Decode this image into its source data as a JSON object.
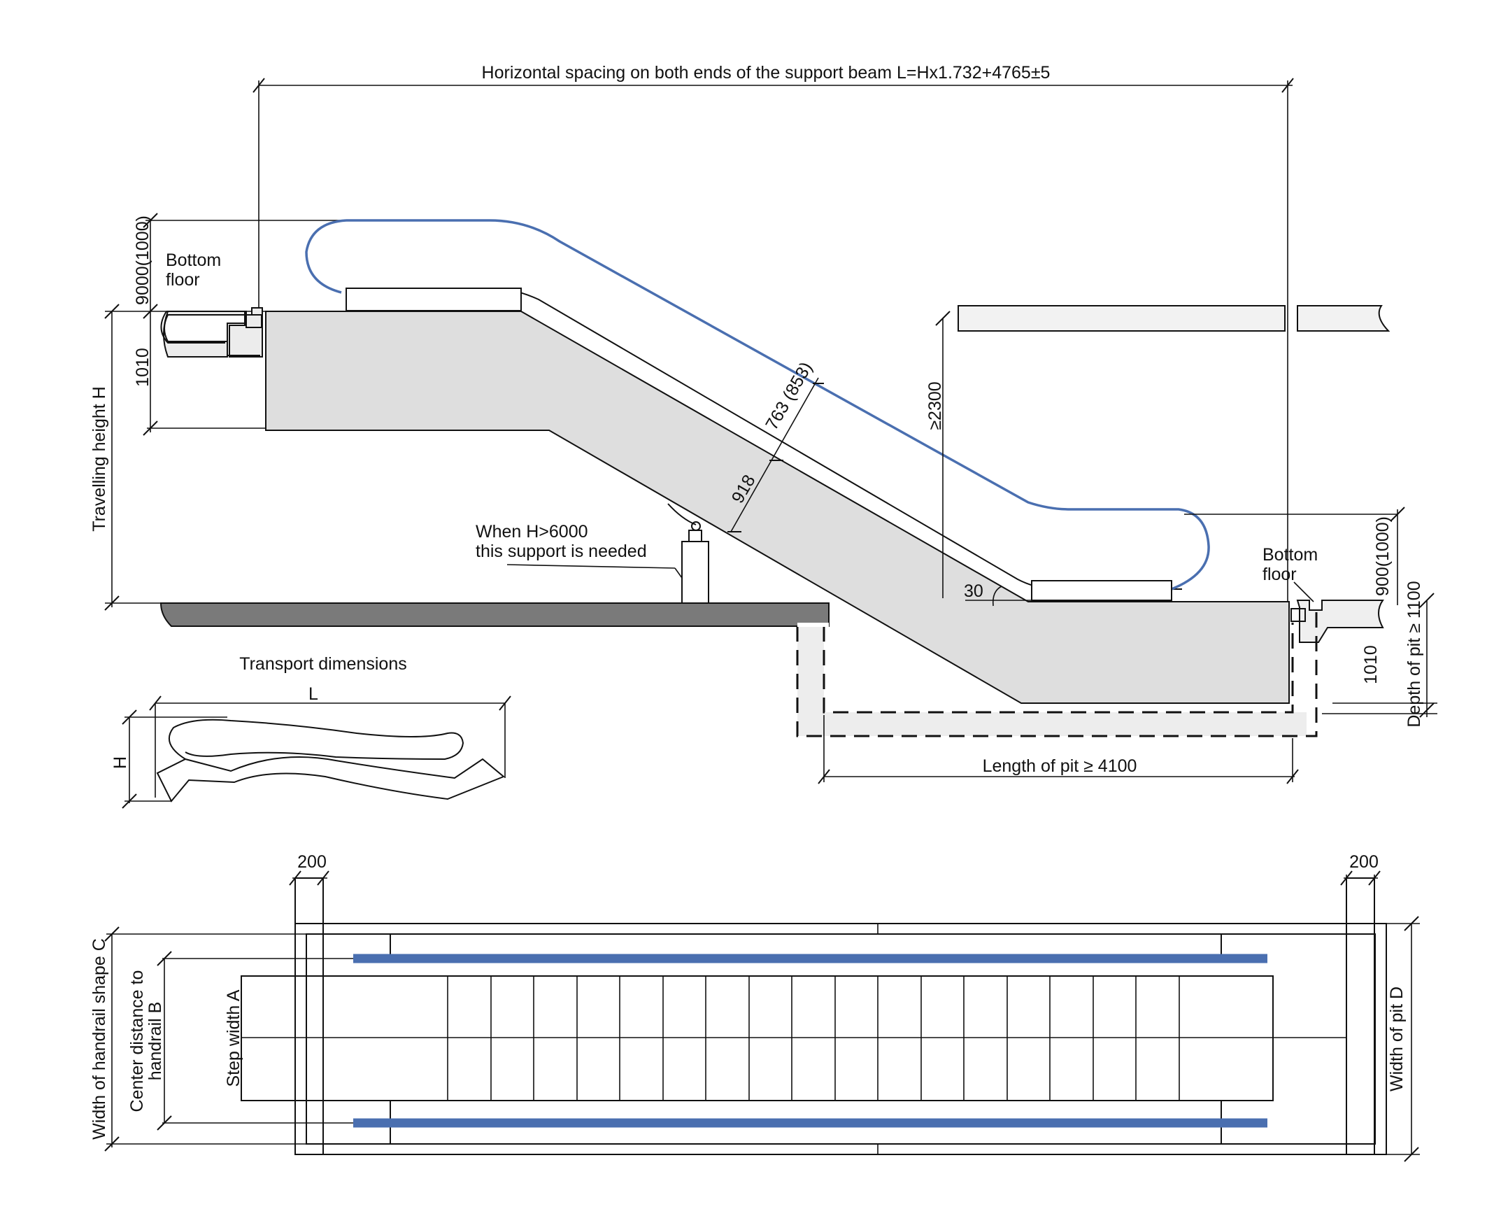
{
  "labels": {
    "beam_spacing": "Horizontal spacing on both ends of the support beam L=Hx1.732+4765±5",
    "top_handrail_height": "9000(1000)",
    "bottom_handrail_height": "900(1000)",
    "upper_floor_label_1": "Bottom",
    "upper_floor_label_2": "floor",
    "lower_floor_label_1": "Bottom",
    "lower_floor_label_2": "floor",
    "travelling_height": "Travelling height H",
    "top_truss_depth": "1010",
    "bottom_truss_depth": "1010",
    "incline_dim_1": "763 (853)",
    "incline_dim_2": "918",
    "clearance": "≥2300",
    "support_note_1": "When H>6000",
    "support_note_2": "this support is needed",
    "angle": "30",
    "pit_depth": "Depth of pit ≥ 1100",
    "pit_length": "Length of pit ≥ 4100",
    "transport_title": "Transport dimensions",
    "transport_l": "L",
    "transport_h": "H",
    "plan_left_200": "200",
    "plan_right_200": "200",
    "width_handrail_shape": "Width of handrail shape C",
    "center_distance_1": "Center distance to",
    "center_distance_2": "handrail B",
    "step_width": "Step width A",
    "pit_width": "Width of pit D"
  },
  "colors": {
    "handrail": "#4a6fb0",
    "truss_fill": "#dedede",
    "slab_fill": "#7a7a7a",
    "line": "#111111"
  }
}
